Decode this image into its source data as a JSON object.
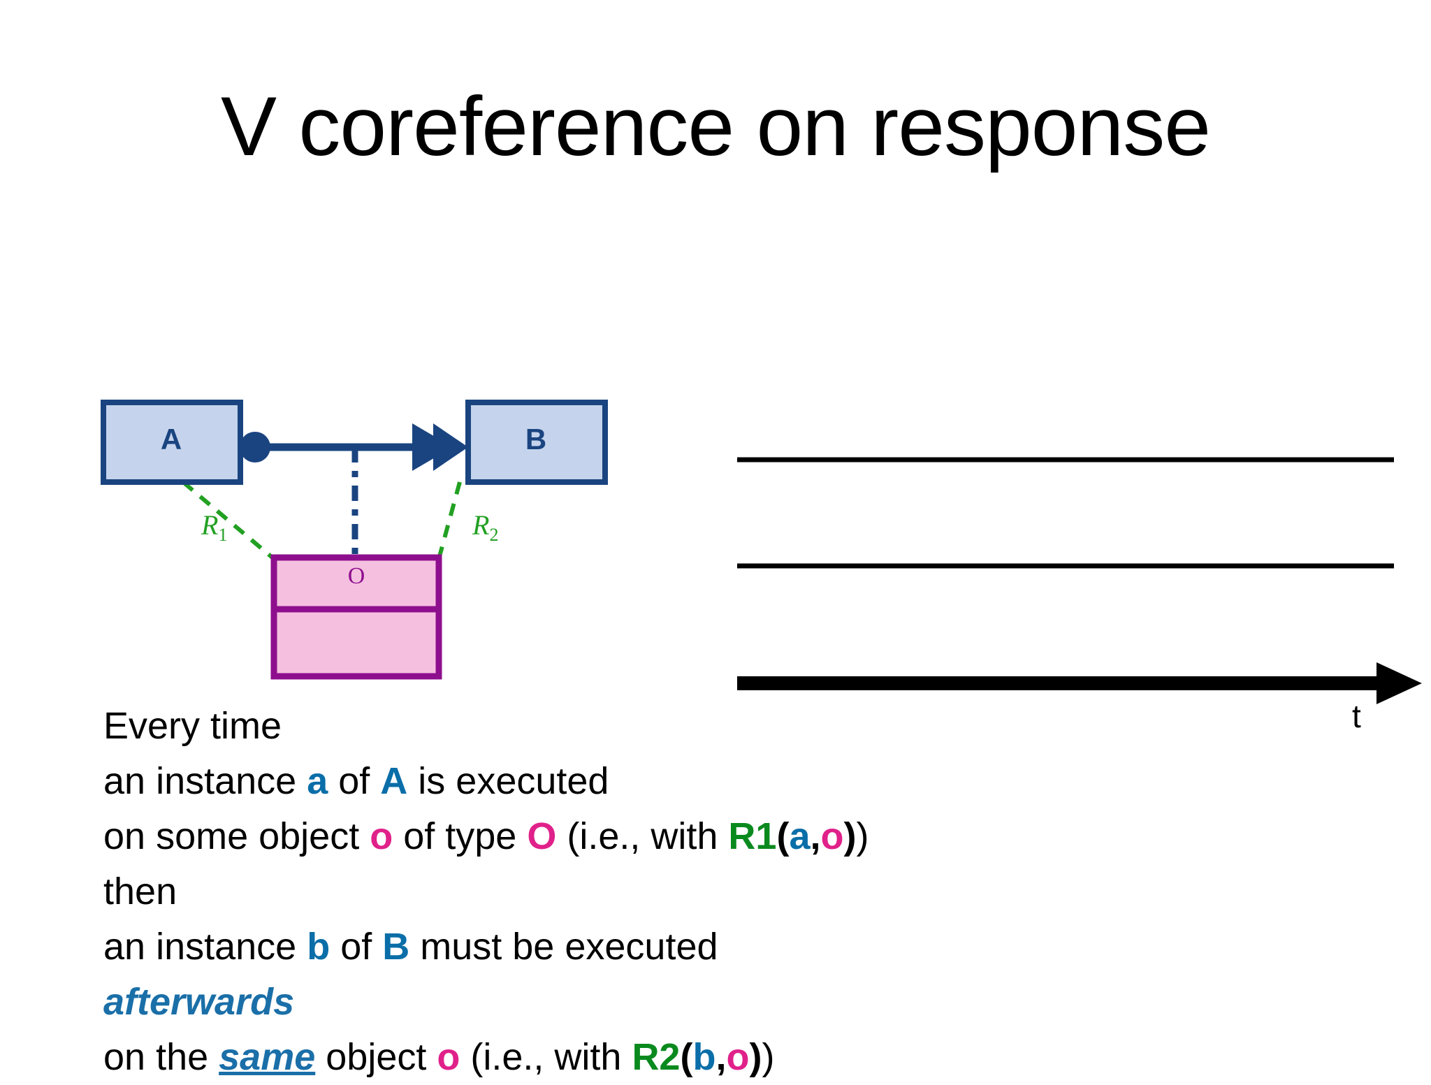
{
  "slide": {
    "title": "V coreference on response",
    "background_color": "#ffffff"
  },
  "diagram": {
    "nodes": [
      {
        "id": "a",
        "label": "A",
        "kind": "operation-box",
        "fill": "#c5d4ec",
        "stroke": "#1a4480"
      },
      {
        "id": "b",
        "label": "B",
        "kind": "operation-box",
        "fill": "#c5d4ec",
        "stroke": "#1a4480"
      },
      {
        "id": "o",
        "label": "O",
        "kind": "class-box",
        "fill": "#f5c0e0",
        "stroke": "#8e0f8e"
      }
    ],
    "edges": [
      {
        "id": "a-to-b",
        "from": "A",
        "to": "B",
        "style": "solid",
        "color": "#1a4480",
        "source_decoration": "filled-circle",
        "target_decoration": "double-arrowhead"
      },
      {
        "id": "a-to-o",
        "label": "R1",
        "label_display": "R",
        "label_subscript": "1",
        "style": "dashed",
        "color": "#22a022"
      },
      {
        "id": "b-to-o",
        "label": "R2",
        "label_display": "R",
        "label_subscript": "2",
        "style": "dashed",
        "color": "#22a022"
      },
      {
        "id": "edge-to-o",
        "style": "dash-dot",
        "color": "#1a4480"
      }
    ]
  },
  "timeline": {
    "axis_label": "t",
    "lines": [
      {
        "id": "line-1",
        "style": "thin",
        "color": "#000000",
        "arrow": false
      },
      {
        "id": "line-2",
        "style": "thin",
        "color": "#000000",
        "arrow": false
      },
      {
        "id": "line-3",
        "style": "thick",
        "color": "#000000",
        "arrow": true
      }
    ]
  },
  "body": {
    "lines": [
      {
        "id": "line-every-time",
        "tokens": [
          {
            "text": "Every time",
            "style": "plain"
          }
        ]
      },
      {
        "id": "line-instance-a",
        "tokens": [
          {
            "text": "an instance ",
            "style": "plain"
          },
          {
            "text": "a",
            "style": "blue"
          },
          {
            "text": " of ",
            "style": "plain"
          },
          {
            "text": "A",
            "style": "blue"
          },
          {
            "text": " is executed",
            "style": "plain"
          }
        ]
      },
      {
        "id": "line-object-o",
        "tokens": [
          {
            "text": "on some object ",
            "style": "plain"
          },
          {
            "text": "o",
            "style": "pink"
          },
          {
            "text": " of type ",
            "style": "plain"
          },
          {
            "text": "O",
            "style": "pink"
          },
          {
            "text": " (i.e., with ",
            "style": "plain"
          },
          {
            "text": "R1",
            "style": "green"
          },
          {
            "text": "(",
            "style": "black-bold"
          },
          {
            "text": "a",
            "style": "blue"
          },
          {
            "text": ",",
            "style": "black-bold"
          },
          {
            "text": "o",
            "style": "pink"
          },
          {
            "text": ")",
            "style": "black-bold"
          },
          {
            "text": ")",
            "style": "plain"
          }
        ]
      },
      {
        "id": "line-then",
        "tokens": [
          {
            "text": "then",
            "style": "plain"
          }
        ]
      },
      {
        "id": "line-instance-b",
        "tokens": [
          {
            "text": "an instance ",
            "style": "plain"
          },
          {
            "text": "b",
            "style": "blue"
          },
          {
            "text": " of ",
            "style": "plain"
          },
          {
            "text": "B",
            "style": "blue"
          },
          {
            "text": " must be executed",
            "style": "plain"
          }
        ]
      },
      {
        "id": "line-afterwards",
        "tokens": [
          {
            "text": "afterwards",
            "style": "afterwards"
          }
        ]
      },
      {
        "id": "line-same-object",
        "tokens": [
          {
            "text": "on the ",
            "style": "plain"
          },
          {
            "text": "same",
            "style": "same"
          },
          {
            "text": " object ",
            "style": "plain"
          },
          {
            "text": "o",
            "style": "pink"
          },
          {
            "text": " (i.e., with ",
            "style": "plain"
          },
          {
            "text": "R2",
            "style": "green"
          },
          {
            "text": "(",
            "style": "black-bold"
          },
          {
            "text": "b",
            "style": "blue"
          },
          {
            "text": ",",
            "style": "black-bold"
          },
          {
            "text": "o",
            "style": "pink"
          },
          {
            "text": ")",
            "style": "black-bold"
          },
          {
            "text": ")",
            "style": "plain"
          }
        ]
      }
    ]
  },
  "colors": {
    "node_blue_fill": "#c5d4ec",
    "node_blue_stroke": "#1a4480",
    "node_pink_fill": "#f5c0e0",
    "node_pink_stroke": "#8e0f8e",
    "relation_green": "#22a022",
    "text_blue": "#1a6fa8",
    "text_pink": "#e0218a",
    "text_green": "#0a8a1e"
  }
}
